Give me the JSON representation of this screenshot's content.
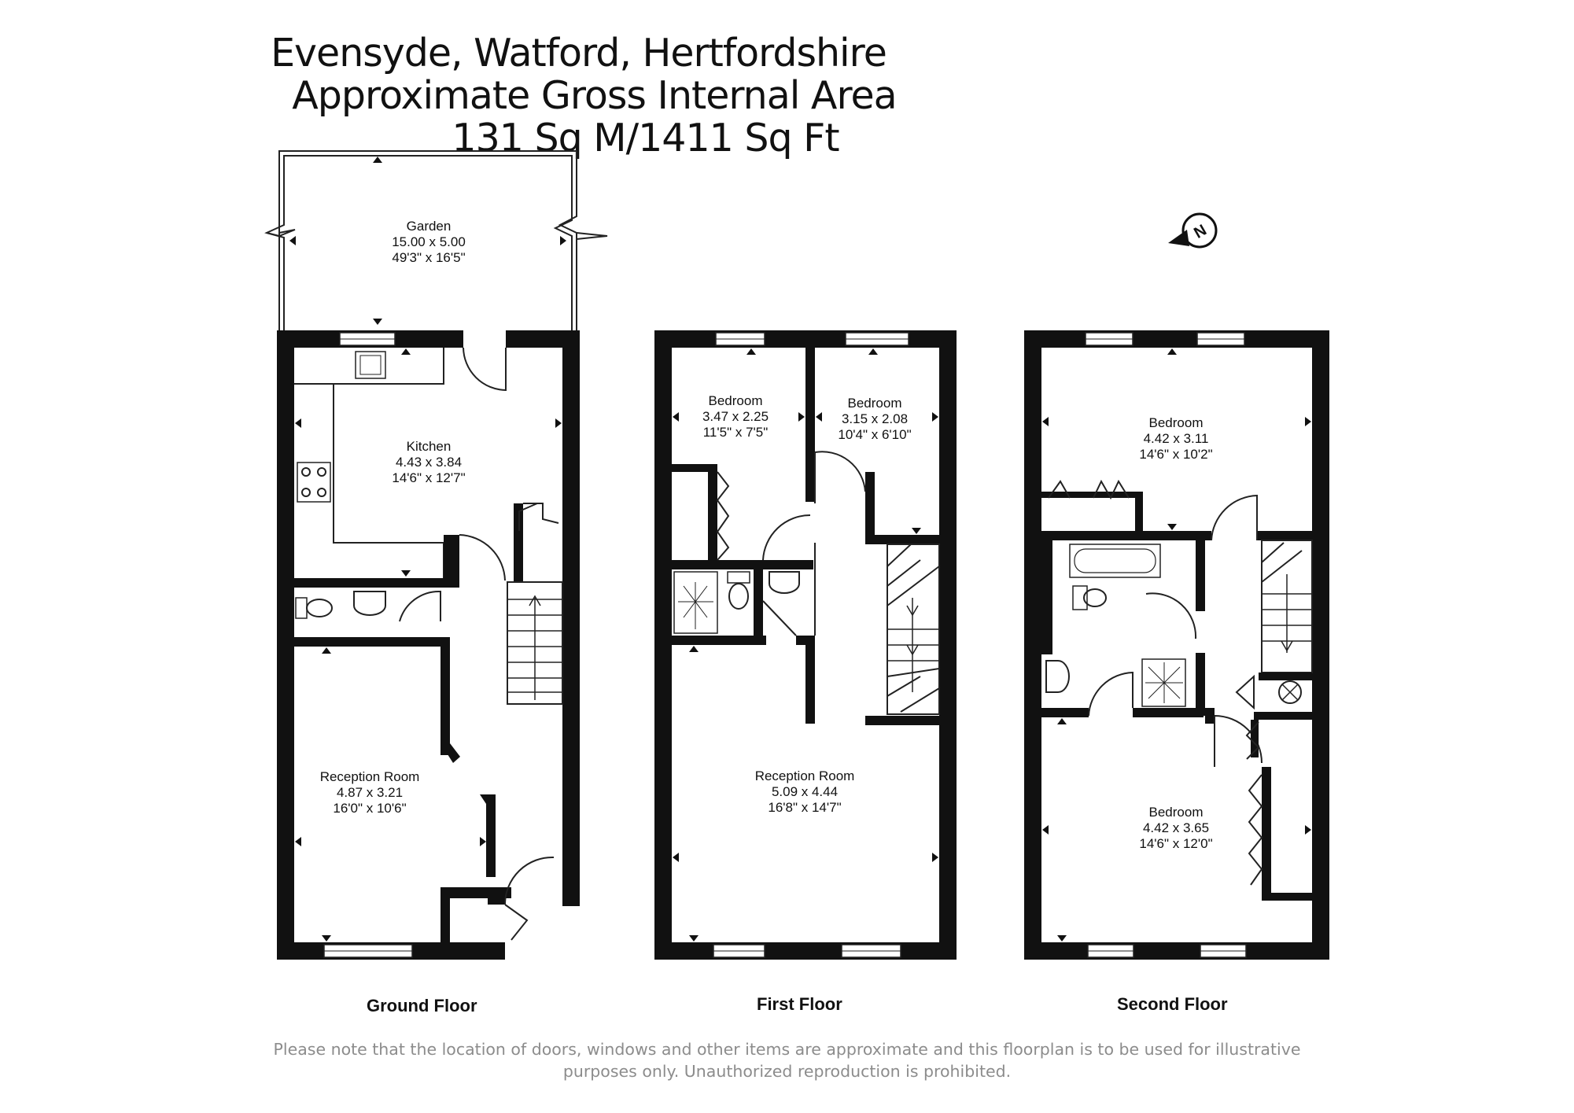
{
  "title": {
    "line1": "Evensyde, Watford, Hertfordshire",
    "line2": "Approximate Gross Internal Area",
    "line3": "131 Sq M/1411 Sq Ft"
  },
  "compass": {
    "letter": "N",
    "icon": "north-arrow-icon"
  },
  "floors": {
    "ground": {
      "label": "Ground Floor",
      "garden": {
        "name": "Garden",
        "metric": "15.00 x 5.00",
        "imperial": "49'3\" x 16'5\""
      },
      "kitchen": {
        "name": "Kitchen",
        "metric": "4.43 x 3.84",
        "imperial": "14'6\" x 12'7\""
      },
      "reception": {
        "name": "Reception Room",
        "metric": "4.87 x 3.21",
        "imperial": "16'0\" x 10'6\""
      }
    },
    "first": {
      "label": "First Floor",
      "bedroom_a": {
        "name": "Bedroom",
        "metric": "3.47 x 2.25",
        "imperial": "11'5\" x 7'5\""
      },
      "bedroom_b": {
        "name": "Bedroom",
        "metric": "3.15 x 2.08",
        "imperial": "10'4\" x 6'10\""
      },
      "reception": {
        "name": "Reception Room",
        "metric": "5.09 x 4.44",
        "imperial": "16'8\" x 14'7\""
      }
    },
    "second": {
      "label": "Second Floor",
      "bedroom_a": {
        "name": "Bedroom",
        "metric": "4.42 x 3.11",
        "imperial": "14'6\" x 10'2\""
      },
      "bedroom_b": {
        "name": "Bedroom",
        "metric": "4.42 x 3.65",
        "imperial": "14'6\" x 12'0\""
      }
    }
  },
  "disclaimer": {
    "line1": "Please note that the location of doors, windows and other items are approximate and this floorplan is to be used for illustrative",
    "line2": "purposes only. Unauthorized reproduction is prohibited."
  },
  "colors": {
    "wall": "#111111",
    "line": "#222222",
    "disclaimer": "#8c8c8c"
  }
}
